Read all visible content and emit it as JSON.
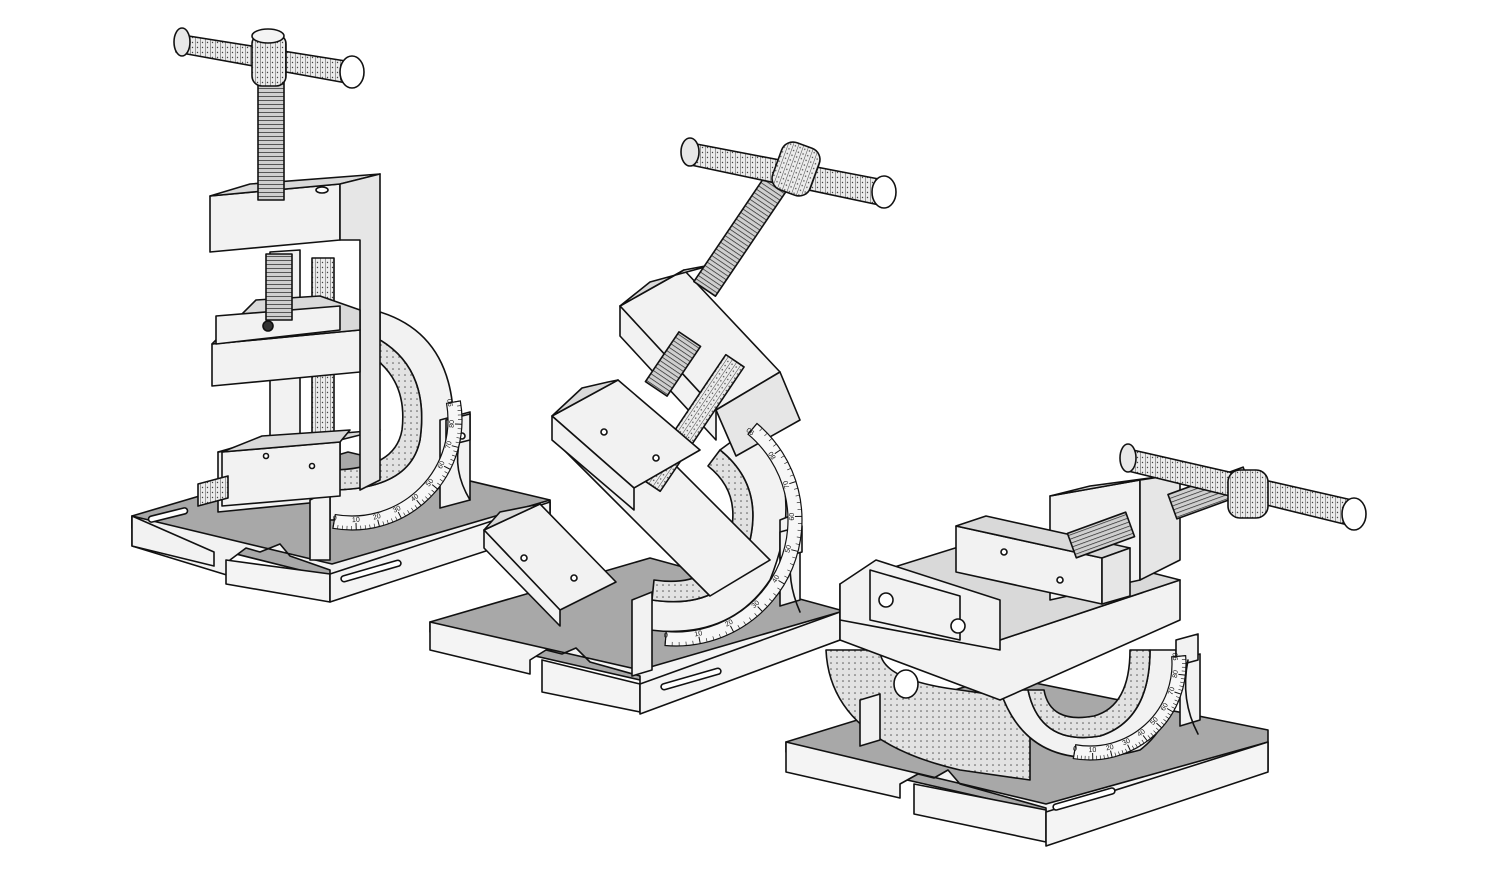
{
  "illustration": {
    "colors": {
      "background": "#ffffff",
      "line": "#111111",
      "face_light": "#f2f2f2",
      "face_mid": "#d9d9d9",
      "face_dark": "#a8a8a8",
      "knurl": "#e8e8e8"
    },
    "vises": [
      {
        "id": "vise-vertical",
        "tilt_deg": 90
      },
      {
        "id": "vise-tilted",
        "tilt_deg": 45
      },
      {
        "id": "vise-horizontal",
        "tilt_deg": 0
      }
    ],
    "scale_labels": [
      "0",
      "10",
      "20",
      "30",
      "40",
      "50",
      "60",
      "70",
      "80",
      "90"
    ]
  }
}
